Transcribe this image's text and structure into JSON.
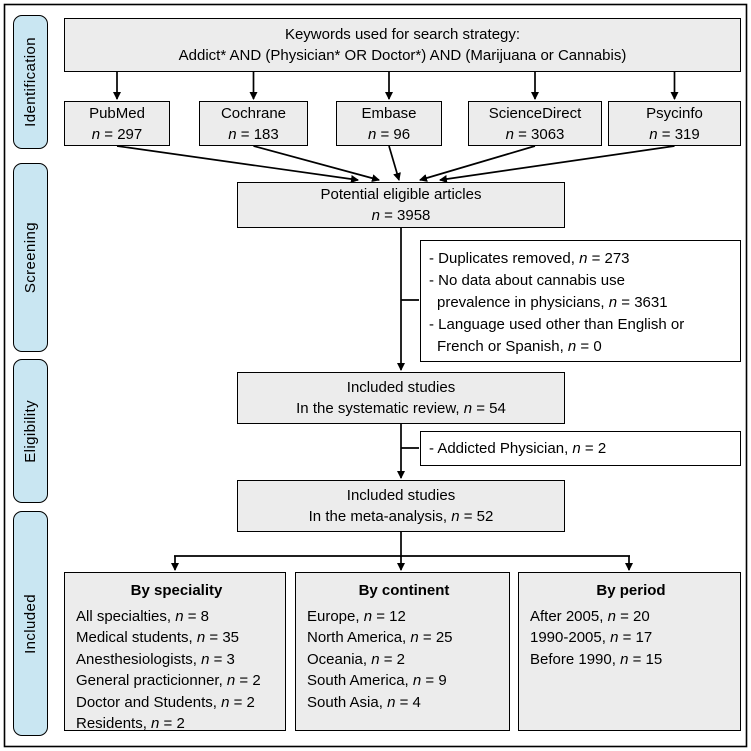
{
  "stages": [
    {
      "label": "Identification"
    },
    {
      "label": "Screening"
    },
    {
      "label": "Eligibility"
    },
    {
      "label": "Included"
    }
  ],
  "keywords": {
    "line1": "Keywords used for search strategy:",
    "line2": "Addict* AND (Physician* OR Doctor*) AND (Marijuana or Cannabis)"
  },
  "databases": [
    {
      "name": "PubMed",
      "count": "n = 297"
    },
    {
      "name": "Cochrane",
      "count": "n = 183"
    },
    {
      "name": "Embase",
      "count": "n = 96"
    },
    {
      "name": "ScienceDirect",
      "count": "n = 3063"
    },
    {
      "name": "Psycinfo",
      "count": "n = 319"
    }
  ],
  "potential": {
    "line1": "Potential eligible articles",
    "line2": "n = 3958"
  },
  "exclusions1": {
    "items": [
      "- Duplicates removed, n = 273",
      "- No data about cannabis use\nprevalence in physicians, n = 3631",
      "- Language used other than English or\nFrench or Spanish, n = 0"
    ]
  },
  "systematic": {
    "line1": "Included studies",
    "line2": "In the systematic review, n = 54"
  },
  "exclusions2": {
    "item": "- Addicted Physician, n = 2"
  },
  "meta": {
    "line1": "Included studies",
    "line2": "In the meta-analysis, n = 52"
  },
  "groups": [
    {
      "title": "By speciality",
      "items": [
        "All specialties, n = 8",
        "Medical students, n = 35",
        "Anesthesiologists, n = 3",
        "General practicionner, n = 2",
        "Doctor and Students, n = 2",
        "Residents, n = 2"
      ]
    },
    {
      "title": "By continent",
      "items": [
        "Europe, n = 12",
        "North America, n = 25",
        "Oceania, n = 2",
        "South America, n = 9",
        "South Asia, n = 4"
      ]
    },
    {
      "title": "By period",
      "items": [
        "After 2005, n = 20",
        "1990-2005, n = 17",
        "Before 1990, n = 15"
      ]
    }
  ],
  "colors": {
    "stage_fill": "#c9e6f2",
    "box_fill": "#ececec",
    "border": "#000000"
  }
}
